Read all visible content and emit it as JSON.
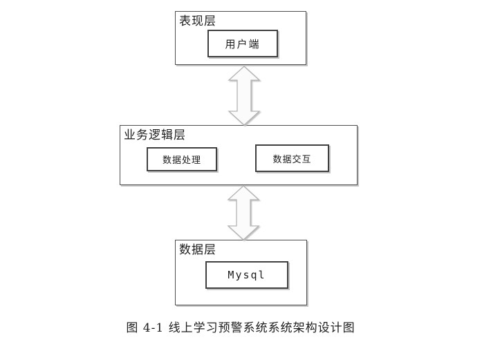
{
  "diagram": {
    "caption": "图 4-1 线上学习预警系统系统架构设计图",
    "layers": [
      {
        "name": "表现层",
        "components": [
          "用户端"
        ]
      },
      {
        "name": "业务逻辑层",
        "components": [
          "数据处理",
          "数据交互"
        ]
      },
      {
        "name": "数据层",
        "components": [
          "Mysql"
        ]
      }
    ],
    "connectors": [
      {
        "type": "double-headed-arrow",
        "from": "表现层",
        "to": "业务逻辑层"
      },
      {
        "type": "double-headed-arrow",
        "from": "业务逻辑层",
        "to": "数据层"
      }
    ],
    "colors": {
      "background": "#ffffff",
      "box_border": "#4d4d4d",
      "component_border": "#3f3f3f",
      "text": "#1b1b1b",
      "arrow_fill": "#fbfbfb",
      "arrow_outline": "#b3b3b3"
    }
  }
}
